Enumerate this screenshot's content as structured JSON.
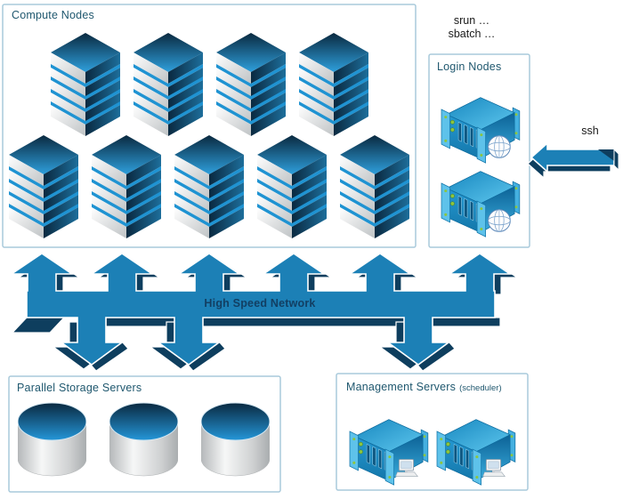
{
  "boxes": {
    "compute": {
      "label": "Compute Nodes"
    },
    "login": {
      "label": "Login Nodes"
    },
    "storage": {
      "label": "Parallel Storage Servers"
    },
    "management": {
      "label": "Management Servers",
      "sublabel": "(scheduler)"
    }
  },
  "network": {
    "label": "High Speed Network"
  },
  "annotations": {
    "srun": "srun …",
    "sbatch": "sbatch …",
    "ssh": "ssh"
  },
  "counts": {
    "compute_node_stacks": 9,
    "login_servers": 2,
    "storage_disks": 3,
    "management_servers": 2,
    "network_up_arrows": 6,
    "network_down_arrows": 3
  },
  "colors": {
    "arrow_blue": "#1c80b6",
    "arrow_navy": "#0e3e5e",
    "stack_blue": "#2496d8",
    "label_color": "#20586f",
    "box_border": "#a9cadb",
    "led_green": "#8dc63f"
  }
}
